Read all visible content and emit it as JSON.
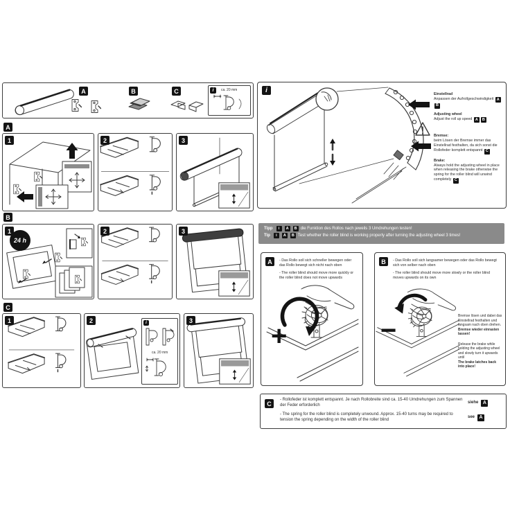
{
  "colors": {
    "badge_bg": "#141414",
    "tip_bar_bg": "#8a8a8a",
    "line": "#3b3b3b",
    "shade_band": "#9a9a9a"
  },
  "parts": {
    "badge_a": "A",
    "badge_b": "B",
    "badge_c": "C",
    "info_badge": "i",
    "measure": "ca. 20 mm"
  },
  "section_a": {
    "badge": "A",
    "steps": [
      "1",
      "2",
      "3"
    ]
  },
  "section_b": {
    "badge": "B",
    "steps": [
      "1",
      "2",
      "3"
    ],
    "badge_24h": "24 h"
  },
  "section_c": {
    "badge": "C",
    "steps": [
      "1",
      "2",
      "3"
    ],
    "inset_badge": "i",
    "inset_measure": "ca. 20 mm"
  },
  "info_panel": {
    "badge": "i",
    "adjust_de_title": "Einstellrad",
    "adjust_de_text": "Anpassen der Aufrollgeschwindigkeit",
    "adjust_en_title": "Adjusting wheel",
    "adjust_en_text": "Adjust the roll up speed",
    "badges": [
      "A",
      "B"
    ],
    "brake_de_title": "Bremse:",
    "brake_de_text": "beim Lösen der Bremse immer das Einstellrad festhalten, da sich sonst die Rollofeder komplett entspannt",
    "brake_en_title": "Brake:",
    "brake_en_text": "Always hold the adjusting wheel in place when releasing the brake otherwise the spring for the roller blind will unwind completely",
    "badge_c": "C"
  },
  "tip_bar": {
    "de_label": "Tipp",
    "de_text": "die Funktion des Rollos nach jeweils 3 Umdrehungen testen!",
    "en_label": "Tip",
    "en_text": "Test whether the roller blind is working properly after turning the adjusting wheel 3 times!",
    "badges": [
      "i",
      "A",
      "B"
    ]
  },
  "panel_a": {
    "badge": "A",
    "de_text": "- Das Rollo soll sich schneller bewegen oder das Rollo bewegt sich nicht nach oben",
    "en_text": "- The roller blind should move more quickly or the roller blind does not move upwards",
    "sign": "+"
  },
  "panel_b": {
    "badge": "B",
    "de_text": "- Das Rollo soll sich langsamer bewegen oder das Rollo bewegt sich von selber nach oben",
    "en_text": "- The roller blind should move more slowly or the roller blind moves upwards on its own",
    "sign": "−",
    "brake_de": "Bremse lösen und dabei das Einstellrad festhalten und langsam nach oben drehen.",
    "brake_de_bold": "Bremse wieder einrasten lassen!",
    "brake_en": "Release the brake while holding the adjusting wheel and slowly turn it upwards until",
    "brake_en_bold": "The brake latches back into place!"
  },
  "panel_c": {
    "badge": "C",
    "de_text": "- Rollofeder ist komplett entspannt. Je nach Rollobreite sind ca. 15-40 Umdrehungen zum Spannen der Feder erforderlich",
    "de_see": "siehe",
    "en_text": "- The spring for the roller blind is completely unwound. Approx. 15-40 turns may be required to tension the spring depending on the width of the roller blind",
    "en_see": "see",
    "see_badge": "A"
  }
}
